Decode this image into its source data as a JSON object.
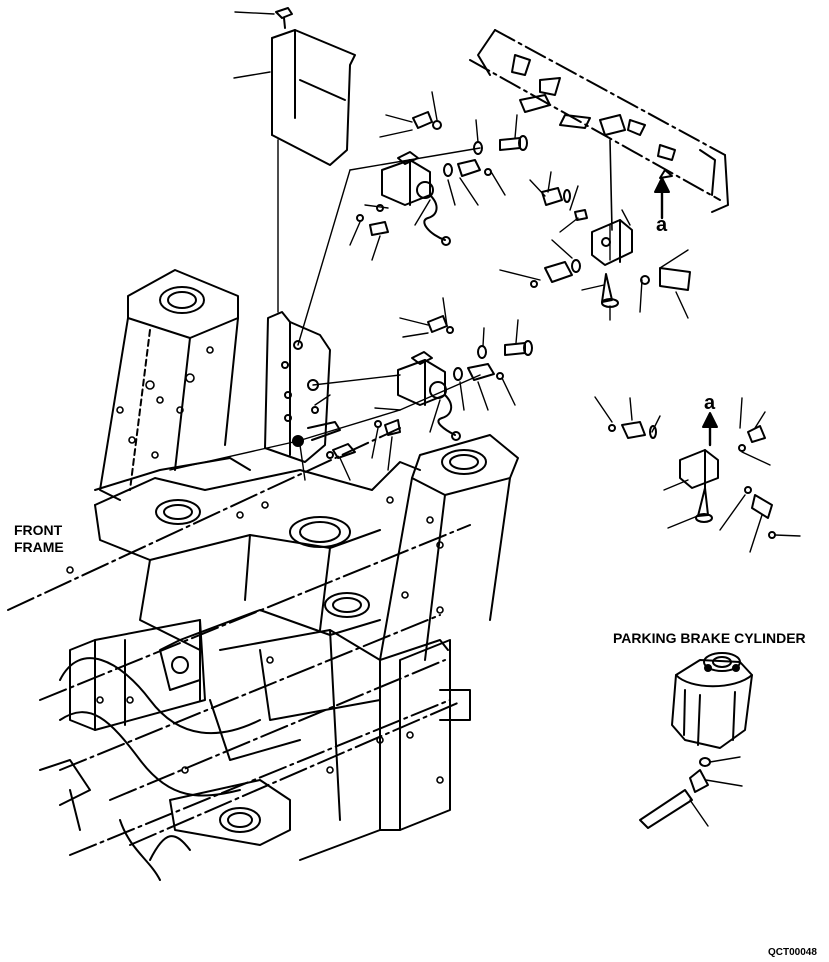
{
  "labels": {
    "front_frame": "FRONT\nFRAME",
    "parking_brake_cylinder": "PARKING BRAKE CYLINDER",
    "view_marker_a": "a",
    "drawing_code": "QCT00048"
  },
  "colors": {
    "ink": "#000000",
    "paper": "#ffffff"
  }
}
